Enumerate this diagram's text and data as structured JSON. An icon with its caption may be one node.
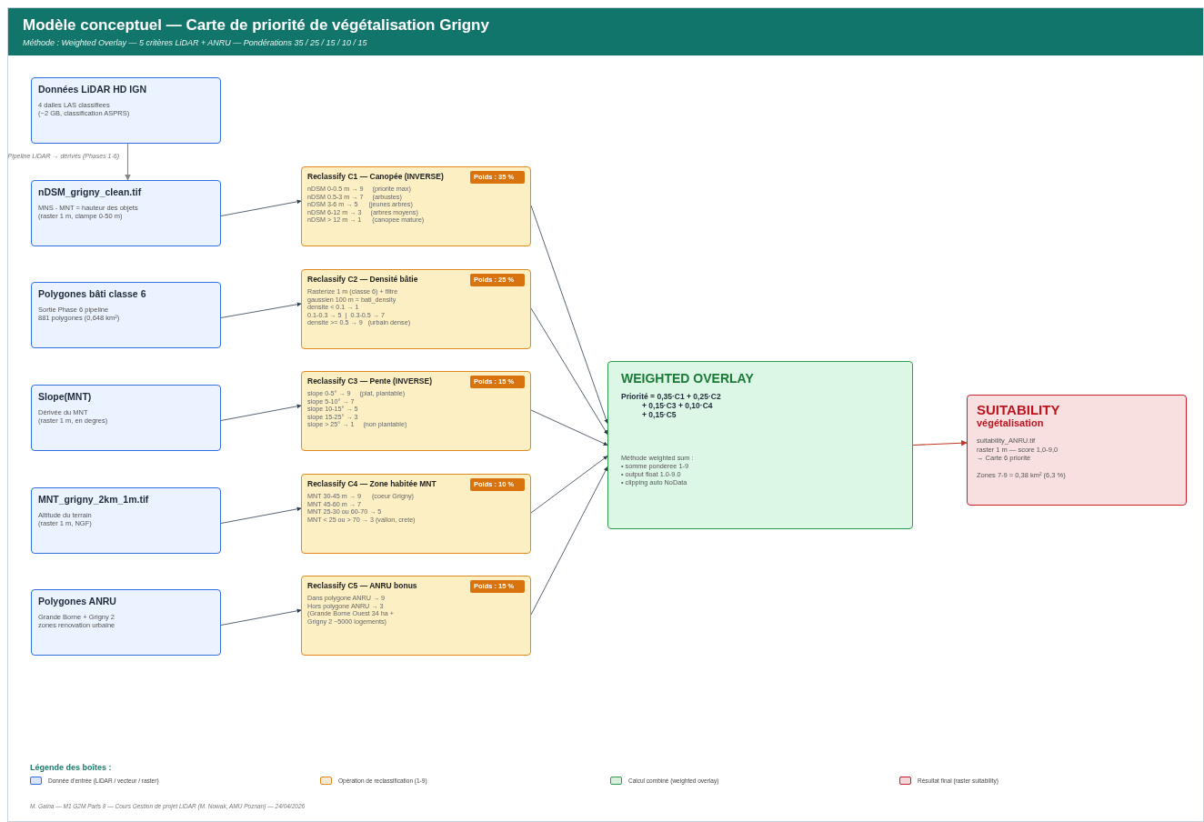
{
  "diagram": {
    "title": "Modèle conceptuel — Carte de priorité de végétalisation Grigny",
    "nodes": [
      {
        "text": [
          "Données LiDAR HD IGN",
          "4 dalles LAS classifiees",
          "(~2 GB, classification ASPRS)"
        ]
      },
      {
        "text": [
          "nDSM_grigny_clean.tif",
          "MNS - MNT = hauteur des objets",
          "(raster 1 m, clampe 0-50 m)"
        ]
      },
      {
        "text": [
          "Polygones bâti classe 6",
          "Sortie Phase 6 pipeline",
          "881 polygones (0,648 km²)"
        ]
      },
      {
        "text": [
          "Slope(MNT)",
          "Dérivée du MNT",
          "(raster 1 m, en degres)"
        ]
      },
      {
        "text": [
          "MNT_grigny_2km_1m.tif",
          "Altitude du terrain",
          "(raster 1 m, NGF)"
        ]
      },
      {
        "text": [
          "Polygones ANRU",
          "Grande Borne + Grigny 2",
          "zones renovation urbaine"
        ]
      },
      {
        "text": [
          "Reclassify C1 — Canopée (INVERSE)",
          "Poids : 35 %",
          "nDSM 0-0.5 m → 9     (priorite max)",
          "nDSM 0.5-3 m → 7     (arbustes)",
          "nDSM 3-6 m → 5      (jeunes arbres)",
          "nDSM 6-12 m → 3     (arbres moyens)",
          "nDSM > 12 m → 1      (canopee mature)"
        ]
      },
      {
        "text": [
          "Reclassify C2 — Densité bâtie",
          "Poids : 25 %",
          "Rasterize 1 m (classe 6) + filtre",
          "gaussien 100 m = bati_density",
          "densite < 0.1 → 1",
          "0.1-0.3 → 5  |  0.3-0.5 → 7",
          "densite >= 0.5 → 9   (urbain dense)"
        ]
      },
      {
        "text": [
          "Reclassify C3 — Pente (INVERSE)",
          "Poids : 15 %",
          "slope 0-5° → 9     (plat, plantable)",
          "slope 5-10° → 7",
          "slope 10-15° → 5",
          "slope 15-25° → 3",
          "slope > 25° → 1     (non plantable)"
        ]
      },
      {
        "text": [
          "Reclassify C4 — Zone habitée MNT",
          "Poids : 10 %",
          "MNT 30-45 m → 9      (coeur Grigny)",
          "MNT 45-60 m → 7",
          "MNT 25-30 ou 60-70 → 5",
          "MNT < 25 ou > 70 → 3 (vallon, crete)"
        ]
      },
      {
        "text": [
          "Reclassify C5 — ANRU bonus",
          "Poids : 15 %",
          "Dans polygone ANRU → 9",
          "Hors polygone ANRU → 3",
          "(Grande Borne Ouest 34 ha +",
          "Grigny 2 ~5000 logements)"
        ]
      },
      {
        "text": [
          "WEIGHTED OVERLAY",
          "Priorité = 0,35·C1 + 0,25·C2",
          "+ 0,15·C3 + 0,10·C4",
          "+ 0,15·C5",
          "Méthode weighted sum :",
          "• somme ponderee 1-9",
          "• output float 1.0-9.0",
          "• clipping auto NoData"
        ]
      },
      {
        "text": [
          "SUITABILITY",
          "végétalisation",
          "suitability_ANRU.tif",
          "raster 1 m — score 1,0-9,0",
          "→ Carte 6 priorité",
          "Zones 7-9 = 0,38 km² (6,3 %)"
        ]
      }
    ],
    "edges": [
      {
        "from": 0,
        "to": 1,
        "arrow": "to",
        "label": "Pipeline LiDAR → dérivés (Phases 1-6)",
        "color": "#888888"
      },
      {
        "from": 1,
        "to": 6,
        "arrow": "to"
      },
      {
        "from": 2,
        "to": 7,
        "arrow": "to"
      },
      {
        "from": 3,
        "to": 8,
        "arrow": "to"
      },
      {
        "from": 4,
        "to": 9,
        "arrow": "to"
      },
      {
        "from": 5,
        "to": 10,
        "arrow": "to"
      },
      {
        "from": 6,
        "to": 11,
        "arrow": "to"
      },
      {
        "from": 7,
        "to": 11,
        "arrow": "to"
      },
      {
        "from": 8,
        "to": 11,
        "arrow": "to"
      },
      {
        "from": 9,
        "to": 11,
        "arrow": "to"
      },
      {
        "from": 10,
        "to": 11,
        "arrow": "to"
      },
      {
        "from": 11,
        "to": 12,
        "arrow": "to",
        "color": "#c0392b"
      }
    ],
    "labels": [
      "Méthode : Weighted Overlay — 5 critères LiDAR + ANRU — Pondérations 35 / 25 / 15 / 10 / 15",
      "Légende des boîtes :",
      "M. Gaina — M1 G2M Paris 8 — Cours Gestion de projet LiDAR (M. Nowak, AMU Poznan) — 24/04/2026"
    ],
    "legend": [
      {
        "text": "Donnée d'entrée (LiDAR / vecteur / raster)",
        "color": "#2f6fe0"
      },
      {
        "text": "Opération de reclassification (1-9)",
        "color": "#e08a1e"
      },
      {
        "text": "Calcul combiné (weighted overlay)",
        "color": "#2e9a4c"
      },
      {
        "text": "Résultat final (raster suitability)",
        "color": "#c8202a"
      }
    ]
  }
}
